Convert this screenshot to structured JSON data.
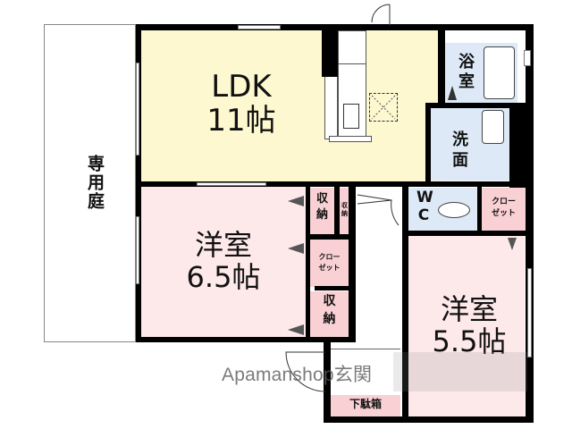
{
  "floor_plan": {
    "rooms": {
      "garden": {
        "label": "専用庭",
        "color": "#ffffff"
      },
      "ldk": {
        "name": "LDK",
        "size": "11帖",
        "color": "#fdf8d0"
      },
      "bath": {
        "label_line1": "浴",
        "label_line2": "室",
        "color": "#dde9f7"
      },
      "washroom": {
        "label_line1": "洗",
        "label_line2": "面",
        "color": "#dde9f7"
      },
      "wc": {
        "label_line1": "W",
        "label_line2": "C",
        "color": "#dde9f7"
      },
      "closet_wc": {
        "label_line1": "クロー",
        "label_line2": "ゼット",
        "color": "#f9d0d4"
      },
      "western_a": {
        "name": "洋室",
        "size": "6.5帖",
        "color": "#fde8ea"
      },
      "storage_a": {
        "label_line1": "収",
        "label_line2": "納",
        "color": "#f9d0d4"
      },
      "storage_small": {
        "label_line1": "収",
        "label_line2": "納",
        "color": "#f9d0d4"
      },
      "closet_a": {
        "label_line1": "クロー",
        "label_line2": "ゼット",
        "color": "#f9d0d4"
      },
      "storage_b": {
        "label_line1": "収",
        "label_line2": "納",
        "color": "#f9d0d4"
      },
      "western_b": {
        "name": "洋室",
        "size": "5.5帖",
        "color": "#fde8ea"
      },
      "shoe_box": {
        "label": "下駄箱",
        "color": "#f9d0d4"
      },
      "entrance": {
        "label": "玄関"
      }
    },
    "watermark": "Apamanshop",
    "colors": {
      "wall": "#000000",
      "window_frame": "#777777"
    }
  }
}
